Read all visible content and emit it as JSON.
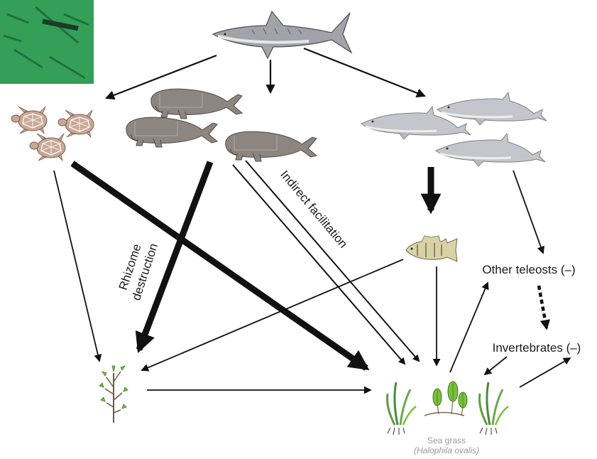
{
  "labels": {
    "rhizome_line1": "Rhizome",
    "rhizome_line2": "destruction",
    "indirect": "Indirect facilitation",
    "other_teleosts": "Other teleosts (–)",
    "invertebrates": "Invertebrates (–)",
    "seagrass_line1": "Sea grass",
    "seagrass_line2": "(Halophila ovalis)"
  },
  "nodes": [
    {
      "id": "tiger-shark",
      "depicts": "shark"
    },
    {
      "id": "sea-turtles",
      "depicts": "turtle",
      "count": 3
    },
    {
      "id": "dugongs",
      "depicts": "dugong",
      "count": 3
    },
    {
      "id": "dolphins",
      "depicts": "dolphin",
      "count": 3
    },
    {
      "id": "teleost-fish",
      "depicts": "fish"
    },
    {
      "id": "other-teleosts",
      "label": "Other teleosts (–)"
    },
    {
      "id": "invertebrates",
      "label": "Invertebrates (–)"
    },
    {
      "id": "amphibolis",
      "depicts": "seagrass-plant"
    },
    {
      "id": "halophila",
      "depicts": "seagrass-clump"
    }
  ],
  "edges": [
    {
      "from": "tiger-shark",
      "to": "sea-turtles",
      "style": "thin"
    },
    {
      "from": "tiger-shark",
      "to": "dugongs",
      "style": "thin"
    },
    {
      "from": "tiger-shark",
      "to": "dolphins",
      "style": "thin"
    },
    {
      "from": "sea-turtles",
      "to": "amphibolis",
      "style": "thin"
    },
    {
      "from": "sea-turtles",
      "to": "halophila",
      "style": "thick"
    },
    {
      "from": "dugongs",
      "to": "amphibolis",
      "style": "thick",
      "label": "Rhizome destruction"
    },
    {
      "from": "dugongs",
      "to": "halophila",
      "style": "double",
      "label": "Indirect facilitation"
    },
    {
      "from": "dolphins",
      "to": "teleost-fish",
      "style": "thick"
    },
    {
      "from": "dolphins",
      "to": "other-teleosts",
      "style": "thin"
    },
    {
      "from": "teleost-fish",
      "to": "amphibolis",
      "style": "thin"
    },
    {
      "from": "teleost-fish",
      "to": "halophila",
      "style": "thin"
    },
    {
      "from": "other-teleosts",
      "to": "invertebrates",
      "style": "dotted"
    },
    {
      "from": "halophila",
      "to": "other-teleosts",
      "style": "thin"
    },
    {
      "from": "halophila",
      "to": "invertebrates",
      "style": "thin"
    },
    {
      "from": "invertebrates",
      "to": "halophila",
      "style": "thin"
    },
    {
      "from": "amphibolis",
      "to": "halophila",
      "style": "thin"
    }
  ],
  "colors": {
    "underwater_photo": "#2f9a52",
    "turtle_shell": "#c9a896",
    "dugong": "#8d8580",
    "dolphin": "#b9bcc0",
    "seagrass": "#6aa84f",
    "seagrass_leaf": "#7cbf3c",
    "arrow": "#111111"
  }
}
